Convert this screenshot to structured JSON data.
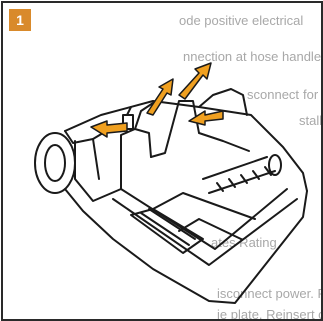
{
  "step": {
    "number": "1"
  },
  "bleed_through": {
    "line1": "ode positive electrical",
    "line2": "nnection at hose handle.",
    "line3": "sconnect",
    "line4": "for",
    "line5": "stall",
    "line6": "ates Rating",
    "line7": "isconnect power. Remove",
    "line8": "ie plate. Reinsert clip"
  },
  "colors": {
    "accent": "#d98a2b",
    "arrow": "#f0a020",
    "outline": "#1a1a1a"
  }
}
